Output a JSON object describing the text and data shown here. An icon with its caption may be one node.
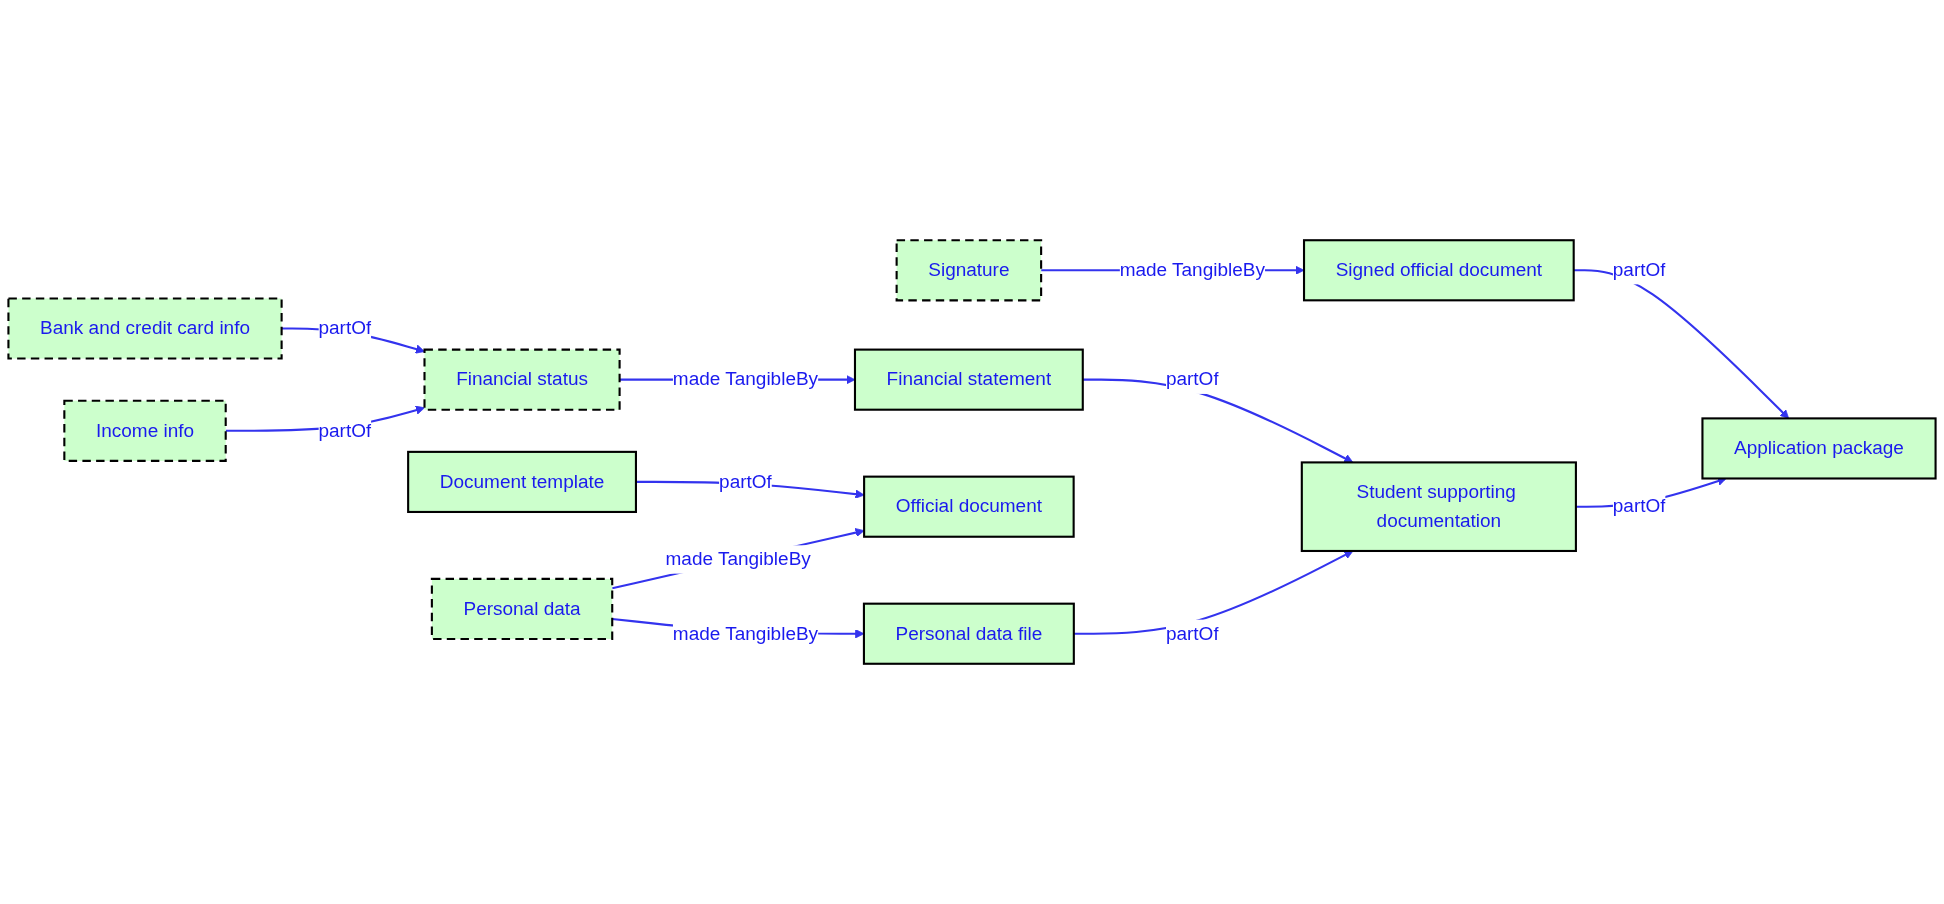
{
  "diagram": {
    "nodes": [
      {
        "text": [
          "Income info"
        ]
      },
      {
        "text": [
          "Bank and credit card info"
        ]
      },
      {
        "text": [
          "Personal data"
        ]
      },
      {
        "text": [
          "Financial status"
        ]
      },
      {
        "text": [
          "Personal data file"
        ]
      },
      {
        "text": [
          "Financial statement"
        ]
      },
      {
        "text": [
          "Official document"
        ]
      },
      {
        "text": [
          "Document template"
        ]
      },
      {
        "text": [
          "Student supporting documentation"
        ]
      },
      {
        "text": [
          "Signature"
        ]
      },
      {
        "text": [
          "Signed official document"
        ]
      },
      {
        "text": [
          "Application package"
        ]
      }
    ],
    "edges": [
      {
        "from": 0,
        "to": 3,
        "arrow": "to",
        "label": "partOf"
      },
      {
        "from": 1,
        "to": 3,
        "arrow": "to",
        "label": "partOf"
      },
      {
        "from": 2,
        "to": 4,
        "arrow": "to",
        "label": "made TangibleBy"
      },
      {
        "from": 3,
        "to": 5,
        "arrow": "to",
        "label": "made TangibleBy"
      },
      {
        "from": 2,
        "to": 6,
        "arrow": "to",
        "label": "made TangibleBy"
      },
      {
        "from": 7,
        "to": 6,
        "arrow": "to",
        "label": "partOf"
      },
      {
        "from": 4,
        "to": 8,
        "arrow": "to",
        "label": "partOf"
      },
      {
        "from": 5,
        "to": 8,
        "arrow": "to",
        "label": "partOf"
      },
      {
        "from": 8,
        "to": 11,
        "arrow": "to",
        "label": "partOf"
      },
      {
        "from": 9,
        "to": 10,
        "arrow": "to",
        "label": "made TangibleBy"
      },
      {
        "from": 10,
        "to": 11,
        "arrow": "to",
        "label": "partOf"
      }
    ]
  }
}
